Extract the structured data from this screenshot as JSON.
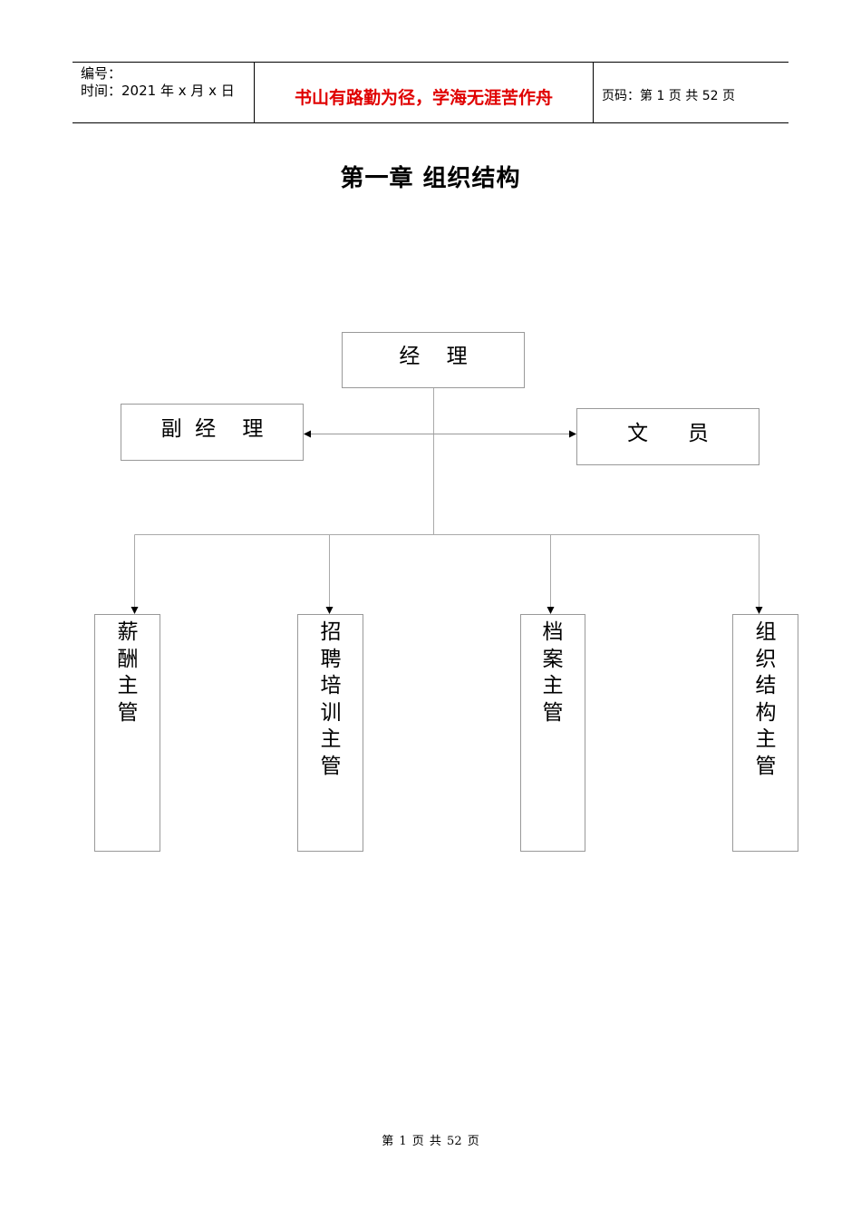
{
  "header": {
    "number_label": "编号：",
    "time_label": "时间：2021 年 x 月 x 日",
    "motto": "书山有路勤为径，学海无涯苦作舟",
    "page_info": "页码：第 1 页  共 52 页"
  },
  "chapter_title": "第一章  组织结构",
  "org_chart": {
    "manager": "经    理",
    "deputy_manager": "副  经    理",
    "clerk": "文      员",
    "subordinates": [
      "薪酬主管",
      "招聘培训主管",
      "档案主管",
      "组织结构主管"
    ]
  },
  "footer": "第 1 页 共 52 页"
}
